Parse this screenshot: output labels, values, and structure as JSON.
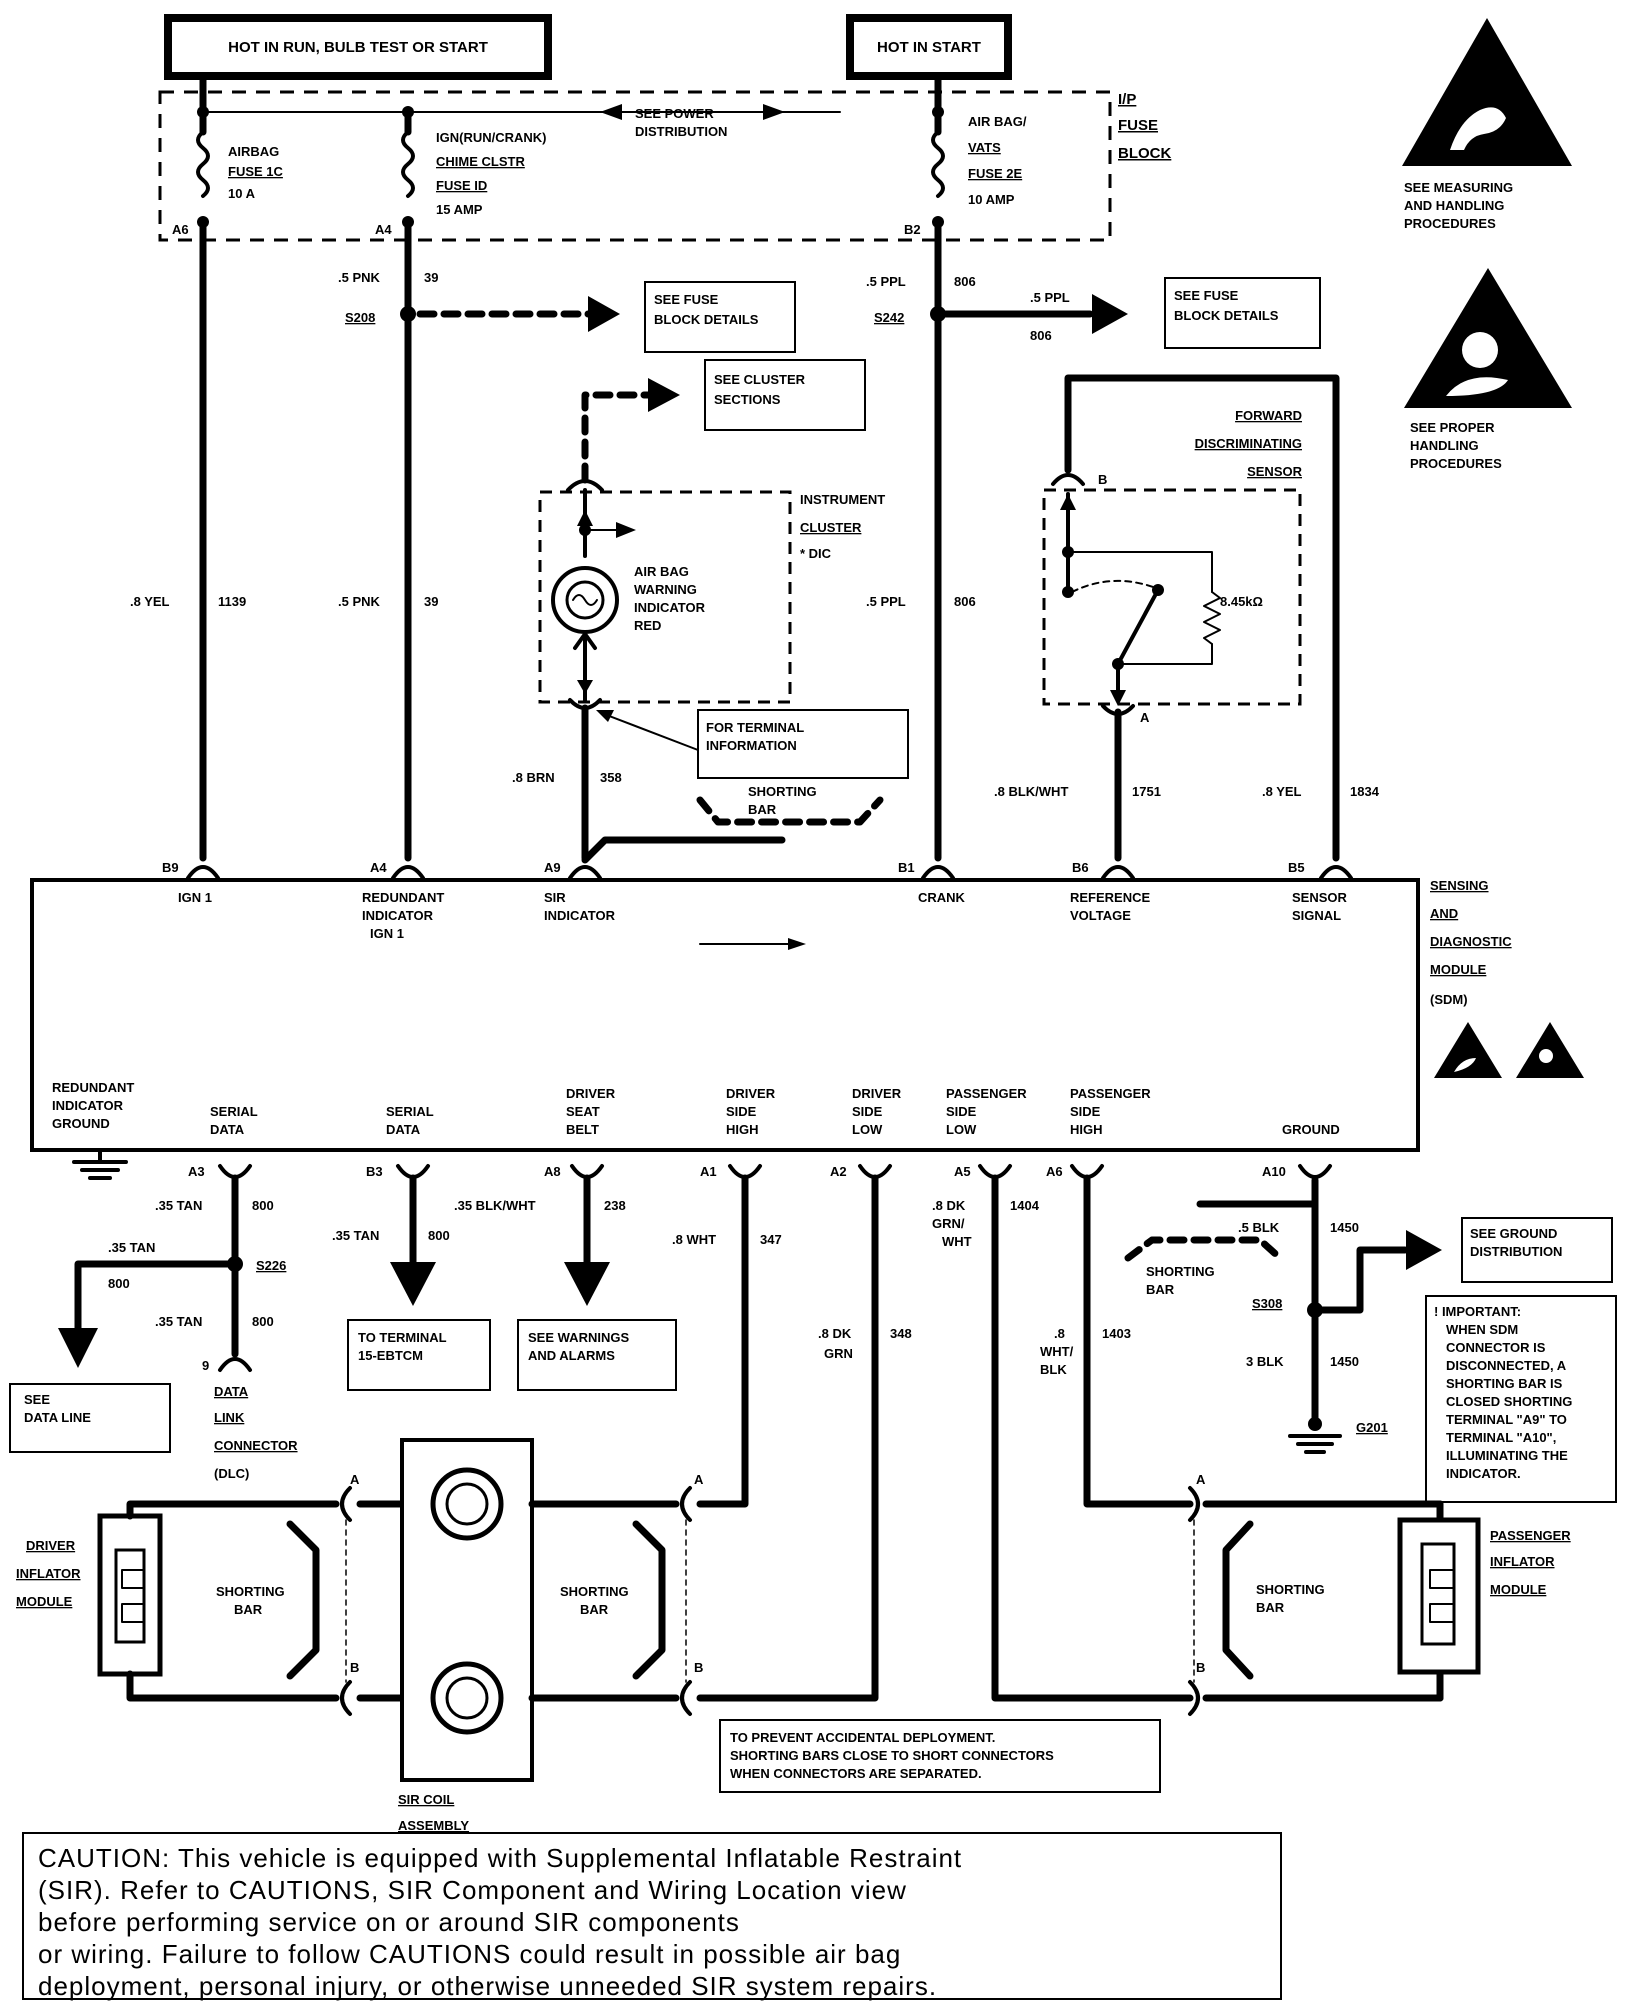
{
  "power": {
    "hot_run_label": "HOT IN RUN, BULB TEST OR START",
    "hot_start_label": "HOT IN START",
    "see_power_distribution": [
      "SEE POWER",
      "DISTRIBUTION"
    ],
    "fuse_block_label": [
      "I/P",
      "FUSE",
      "BLOCK"
    ]
  },
  "fuses": [
    {
      "pin": "A6",
      "lines": [
        "AIRBAG",
        "FUSE 1C",
        "10 A"
      ]
    },
    {
      "pin": "A4",
      "lines": [
        "IGN(RUN/CRANK)",
        "CHIME CLSTR",
        "FUSE ID",
        "15 AMP"
      ]
    },
    {
      "pin": "B2",
      "lines": [
        "AIR BAG/",
        "VATS",
        "FUSE 2E",
        "10 AMP"
      ]
    }
  ],
  "wires": {
    "w1139": {
      "gauge": ".8 YEL",
      "circuit": "1139"
    },
    "w39_top": {
      "gauge": ".5 PNK",
      "circuit": "39"
    },
    "w39_mid": {
      "gauge": ".5 PNK",
      "circuit": "39"
    },
    "w806_top": {
      "gauge": ".5 PPL",
      "circuit": "806"
    },
    "w806_branch": {
      "gauge": ".5 PPL",
      "circuit": "806"
    },
    "w806_mid": {
      "gauge": ".5 PPL",
      "circuit": "806"
    },
    "w358": {
      "gauge": ".8 BRN",
      "circuit": "358"
    },
    "w1751": {
      "gauge": ".8 BLK/WHT",
      "circuit": "1751"
    },
    "w1834": {
      "gauge": ".8 YEL",
      "circuit": "1834"
    },
    "w800_a": {
      "gauge": ".35 TAN",
      "circuit": "800"
    },
    "w800_b": {
      "gauge": ".35 TAN",
      "circuit": "800"
    },
    "w800_c": {
      "gauge": ".35 TAN",
      "circuit": "800"
    },
    "w800_d": {
      "gauge": ".35 TAN",
      "circuit": "800"
    },
    "w238": {
      "gauge": ".35 BLK/WHT",
      "circuit": "238"
    },
    "w347": {
      "gauge": ".8 WHT",
      "circuit": "347"
    },
    "w348": {
      "gauge": [
        ".8 DK",
        "GRN"
      ],
      "circuit": "348"
    },
    "w1404": {
      "gauge": [
        ".8 DK",
        "GRN/",
        "WHT"
      ],
      "circuit": "1404"
    },
    "w1403": {
      "gauge": [
        ".8",
        "WHT/",
        "BLK"
      ],
      "circuit": "1403"
    },
    "w1450_a": {
      "gauge": ".5 BLK",
      "circuit": "1450"
    },
    "w1450_b": {
      "gauge": "3 BLK",
      "circuit": "1450"
    }
  },
  "splices": {
    "s208": "S208",
    "s242": "S242",
    "s226": "S226",
    "s308": "S308",
    "g201": "G201"
  },
  "refs": {
    "fuse_details_1": [
      "SEE FUSE",
      "BLOCK DETAILS"
    ],
    "fuse_details_2": [
      "SEE FUSE",
      "BLOCK DETAILS"
    ],
    "cluster_sections": [
      "SEE CLUSTER",
      "SECTIONS"
    ],
    "terminal_info": [
      "FOR TERMINAL",
      "INFORMATION"
    ],
    "data_line": [
      "SEE",
      "DATA LINE"
    ],
    "ebtcm": [
      "TO TERMINAL",
      "15-EBTCM"
    ],
    "warnings": [
      "SEE WARNINGS",
      "AND ALARMS"
    ],
    "ground_distribution": [
      "SEE GROUND",
      "DISTRIBUTION"
    ]
  },
  "cluster": {
    "label": [
      "INSTRUMENT",
      "CLUSTER",
      "* DIC"
    ],
    "bulb_label": [
      "AIR BAG",
      "WARNING",
      "INDICATOR",
      "RED"
    ]
  },
  "sensor": {
    "label": [
      "FORWARD",
      "DISCRIMINATING",
      "SENSOR"
    ],
    "resistance": "8.45kΩ",
    "pin_top": "B",
    "pin_bottom": "A"
  },
  "shorting_bar": [
    "SHORTING",
    "BAR"
  ],
  "sdm": {
    "label": [
      "SENSING",
      "AND",
      "DIAGNOSTIC",
      "MODULE",
      "(SDM)"
    ],
    "top_pins": [
      {
        "pin": "B9",
        "lines": [
          "IGN 1"
        ]
      },
      {
        "pin": "A4",
        "lines": [
          "REDUNDANT",
          "INDICATOR",
          "IGN 1"
        ]
      },
      {
        "pin": "A9",
        "lines": [
          "SIR",
          "INDICATOR"
        ]
      },
      {
        "pin": "B1",
        "lines": [
          "CRANK"
        ]
      },
      {
        "pin": "B6",
        "lines": [
          "REFERENCE",
          "VOLTAGE"
        ]
      },
      {
        "pin": "B5",
        "lines": [
          "SENSOR",
          "SIGNAL"
        ]
      }
    ],
    "bottom_pins": [
      {
        "pin": "",
        "lines": [
          "REDUNDANT",
          "INDICATOR",
          "GROUND"
        ]
      },
      {
        "pin": "A3",
        "lines": [
          "SERIAL",
          "DATA"
        ]
      },
      {
        "pin": "B3",
        "lines": [
          "SERIAL",
          "DATA"
        ]
      },
      {
        "pin": "A8",
        "lines": [
          "DRIVER",
          "SEAT",
          "BELT"
        ]
      },
      {
        "pin": "A1",
        "lines": [
          "DRIVER",
          "SIDE",
          "HIGH"
        ]
      },
      {
        "pin": "A2",
        "lines": [
          "DRIVER",
          "SIDE",
          "LOW"
        ]
      },
      {
        "pin": "A5",
        "lines": [
          "PASSENGER",
          "SIDE",
          "LOW"
        ]
      },
      {
        "pin": "A6",
        "lines": [
          "PASSENGER",
          "SIDE",
          "HIGH"
        ]
      },
      {
        "pin": "A10",
        "lines": [
          "GROUND"
        ]
      }
    ]
  },
  "dlc": {
    "pin": "9",
    "label": [
      "DATA",
      "LINK",
      "CONNECTOR",
      "(DLC)"
    ]
  },
  "important_note": [
    "! IMPORTANT:",
    "WHEN SDM",
    "CONNECTOR IS",
    "DISCONNECTED, A",
    "SHORTING BAR IS",
    "CLOSED SHORTING",
    "TERMINAL \"A9\" TO",
    "TERMINAL \"A10\",",
    "ILLUMINATING THE",
    "INDICATOR."
  ],
  "inflators": {
    "driver": [
      "DRIVER",
      "INFLATOR",
      "MODULE"
    ],
    "passenger": [
      "PASSENGER",
      "INFLATOR",
      "MODULE"
    ],
    "coil": [
      "SIR COIL",
      "ASSEMBLY"
    ],
    "pin_a": "A",
    "pin_b": "B"
  },
  "deploy_note": [
    "TO PREVENT ACCIDENTAL DEPLOYMENT.",
    "SHORTING BARS CLOSE TO SHORT CONNECTORS",
    "WHEN CONNECTORS ARE SEPARATED."
  ],
  "esd_notes": {
    "measuring": [
      "SEE MEASURING",
      "AND HANDLING",
      "PROCEDURES"
    ],
    "handling": [
      "SEE PROPER",
      "HANDLING",
      "PROCEDURES"
    ]
  },
  "caution_lines": [
    "CAUTION: This vehicle is equipped with Supplemental Inflatable Restraint",
    "(SIR). Refer to CAUTIONS,      SIR Component and Wiring Location  view",
    " before performing  service on or around SIR components",
    "or wiring. Failure to follow CAUTIONS could result in possible air bag",
    "deployment, personal injury, or otherwise  unneeded SIR system repairs."
  ]
}
